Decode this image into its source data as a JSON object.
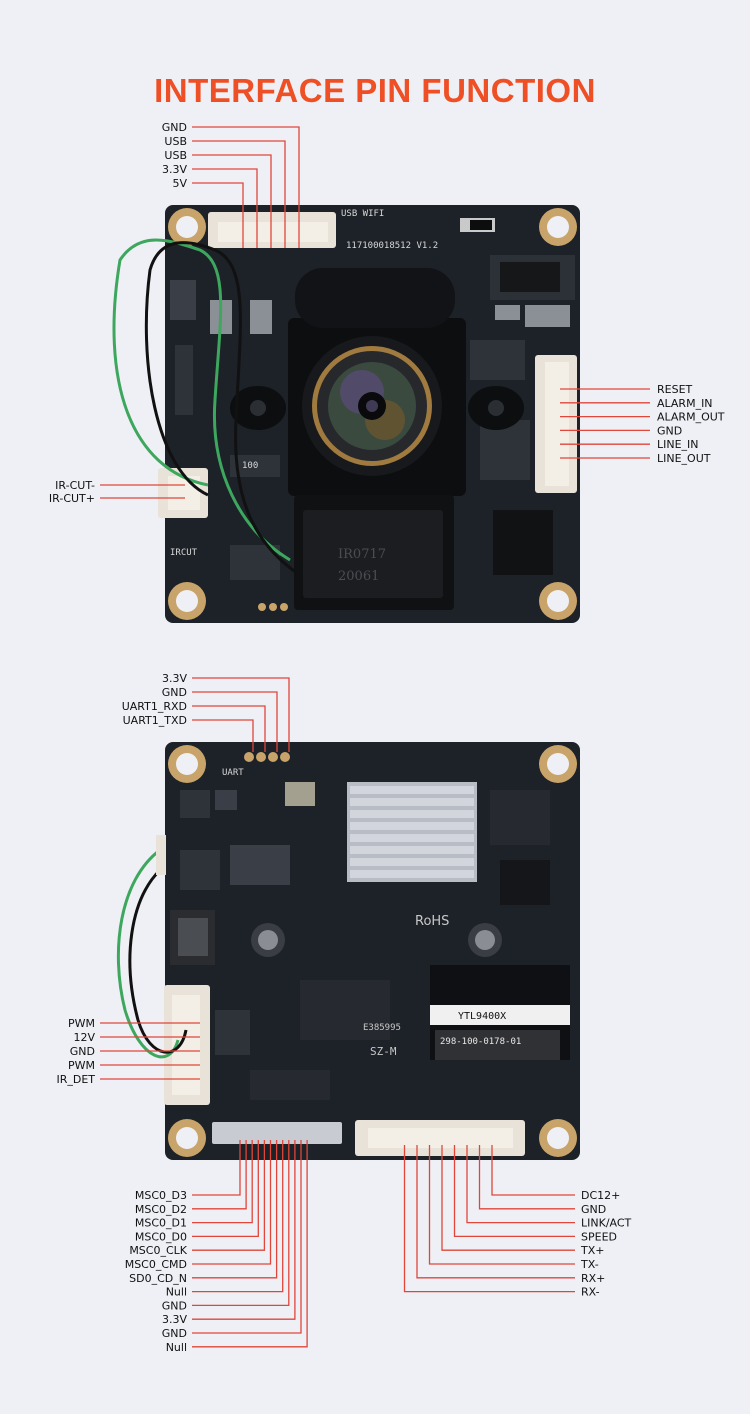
{
  "title": "INTERFACE PIN FUNCTION",
  "front_board": {
    "silkscreen": {
      "usb_wifi": "USB WIFI",
      "part_number": "117100018512 V1.2",
      "ircut": "IRCUT",
      "res_100": "100",
      "chip_code": "IR0717",
      "chip_date": "20061"
    },
    "top_connector": [
      "GND",
      "USB",
      "USB",
      "3.3V",
      "5V"
    ],
    "right_connector": [
      "RESET",
      "ALARM_IN",
      "ALARM_OUT",
      "GND",
      "LINE_IN",
      "LINE_OUT"
    ],
    "left_connector": [
      "IR-CUT-",
      "IR-CUT+"
    ]
  },
  "back_board": {
    "silkscreen": {
      "uart": "UART",
      "rohs": "RoHS",
      "sz_m": "SZ-M",
      "board_code": "E385995",
      "module_code": "YTL9400X",
      "module_pn": "298-100-0178-01"
    },
    "top_connector": [
      "3.3V",
      "GND",
      "UART1_RXD",
      "UART1_TXD"
    ],
    "left_connector": [
      "PWM",
      "12V",
      "GND",
      "PWM",
      "IR_DET"
    ],
    "bottom_left_connector": [
      "MSC0_D3",
      "MSC0_D2",
      "MSC0_D1",
      "MSC0_D0",
      "MSC0_CLK",
      "MSC0_CMD",
      "SD0_CD_N",
      "Null",
      "GND",
      "3.3V",
      "GND",
      "Null"
    ],
    "bottom_right_connector": [
      "DC12+",
      "GND",
      "LINK/ACT",
      "SPEED",
      "TX+",
      "TX-",
      "RX+",
      "RX-"
    ]
  },
  "colors": {
    "accent": "#ef4f24",
    "line": "#e0463a",
    "pcb": "#1d2128",
    "background": "#eef0f6"
  }
}
